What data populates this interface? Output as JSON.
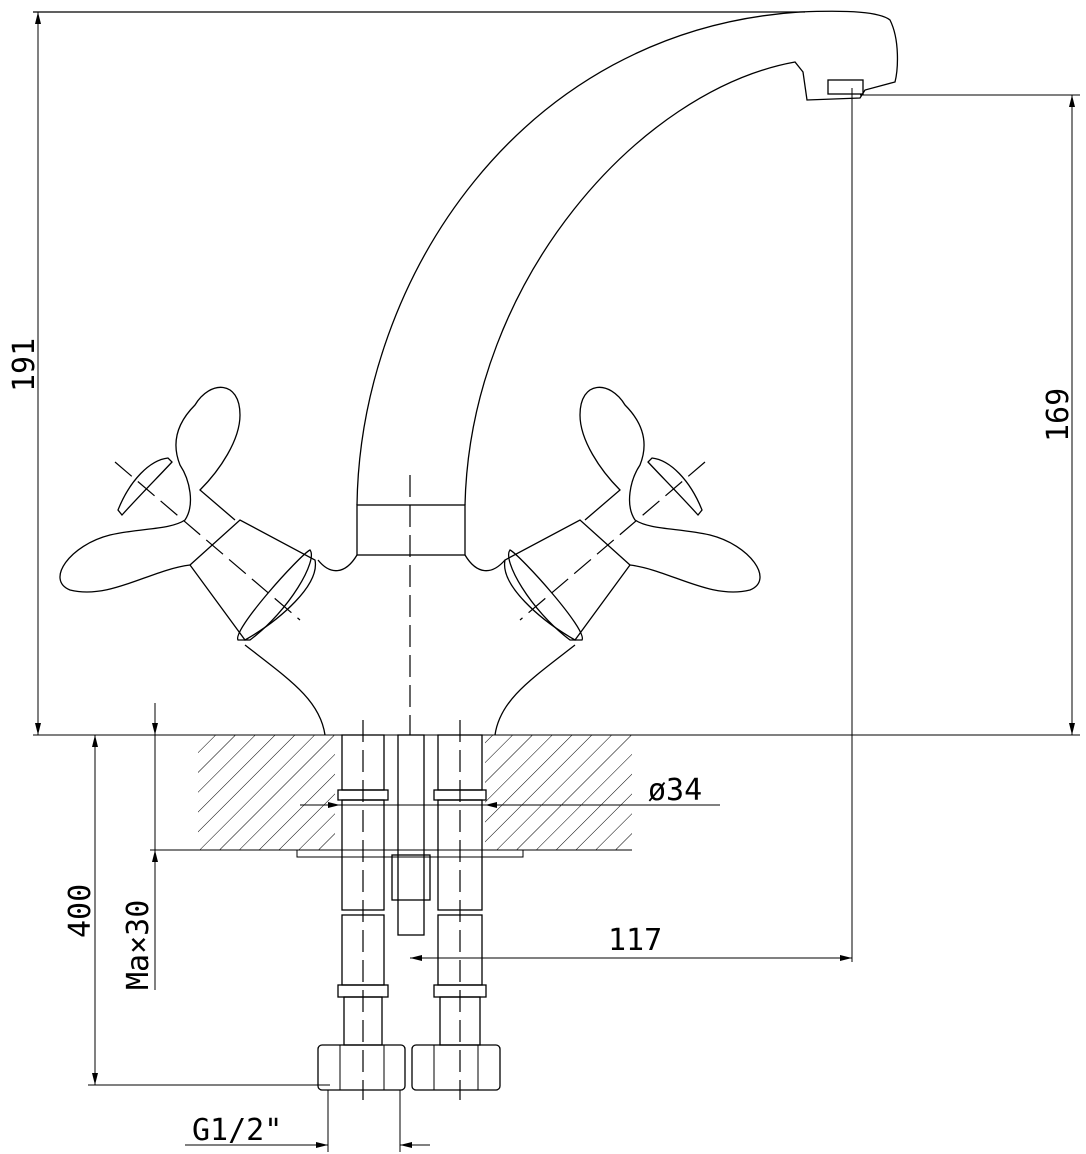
{
  "drawing": {
    "title": "Faucet dimension drawing",
    "dimensions": {
      "total_height": "191",
      "spout_height": "169",
      "hole_diameter": "ø34",
      "spout_reach": "117",
      "hose_length": "400",
      "max_counter_thickness": "Ma×30",
      "connection_thread": "G1/2\""
    },
    "line_color": "#000000",
    "background": "#ffffff"
  }
}
